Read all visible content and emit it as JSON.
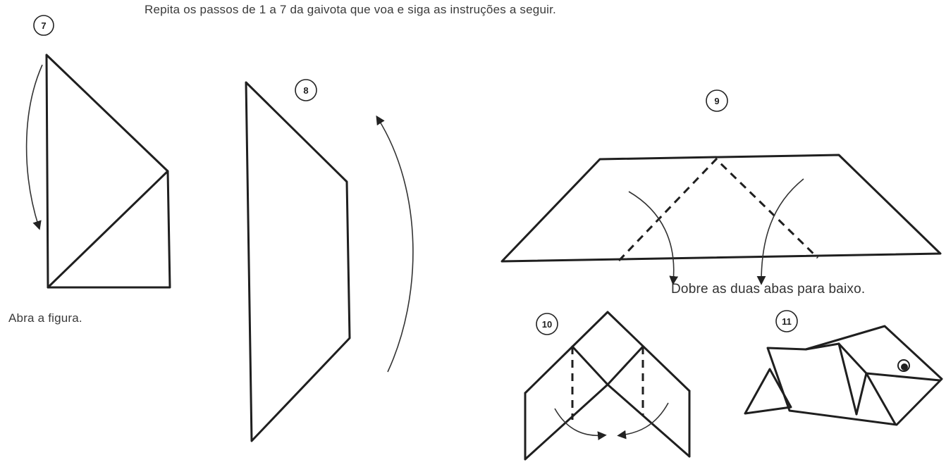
{
  "heading": "Repita os passos de 1 a 7 da gaivota que voa e siga as instruções a seguir.",
  "steps": [
    {
      "number": "7",
      "caption": "Abra a figura."
    },
    {
      "number": "8",
      "caption": ""
    },
    {
      "number": "9",
      "caption": "Dobre as duas abas para baixo."
    },
    {
      "number": "10",
      "caption": ""
    },
    {
      "number": "11",
      "caption": ""
    }
  ],
  "colors": {
    "line": "#1f1f1f",
    "background": "#ffffff"
  }
}
